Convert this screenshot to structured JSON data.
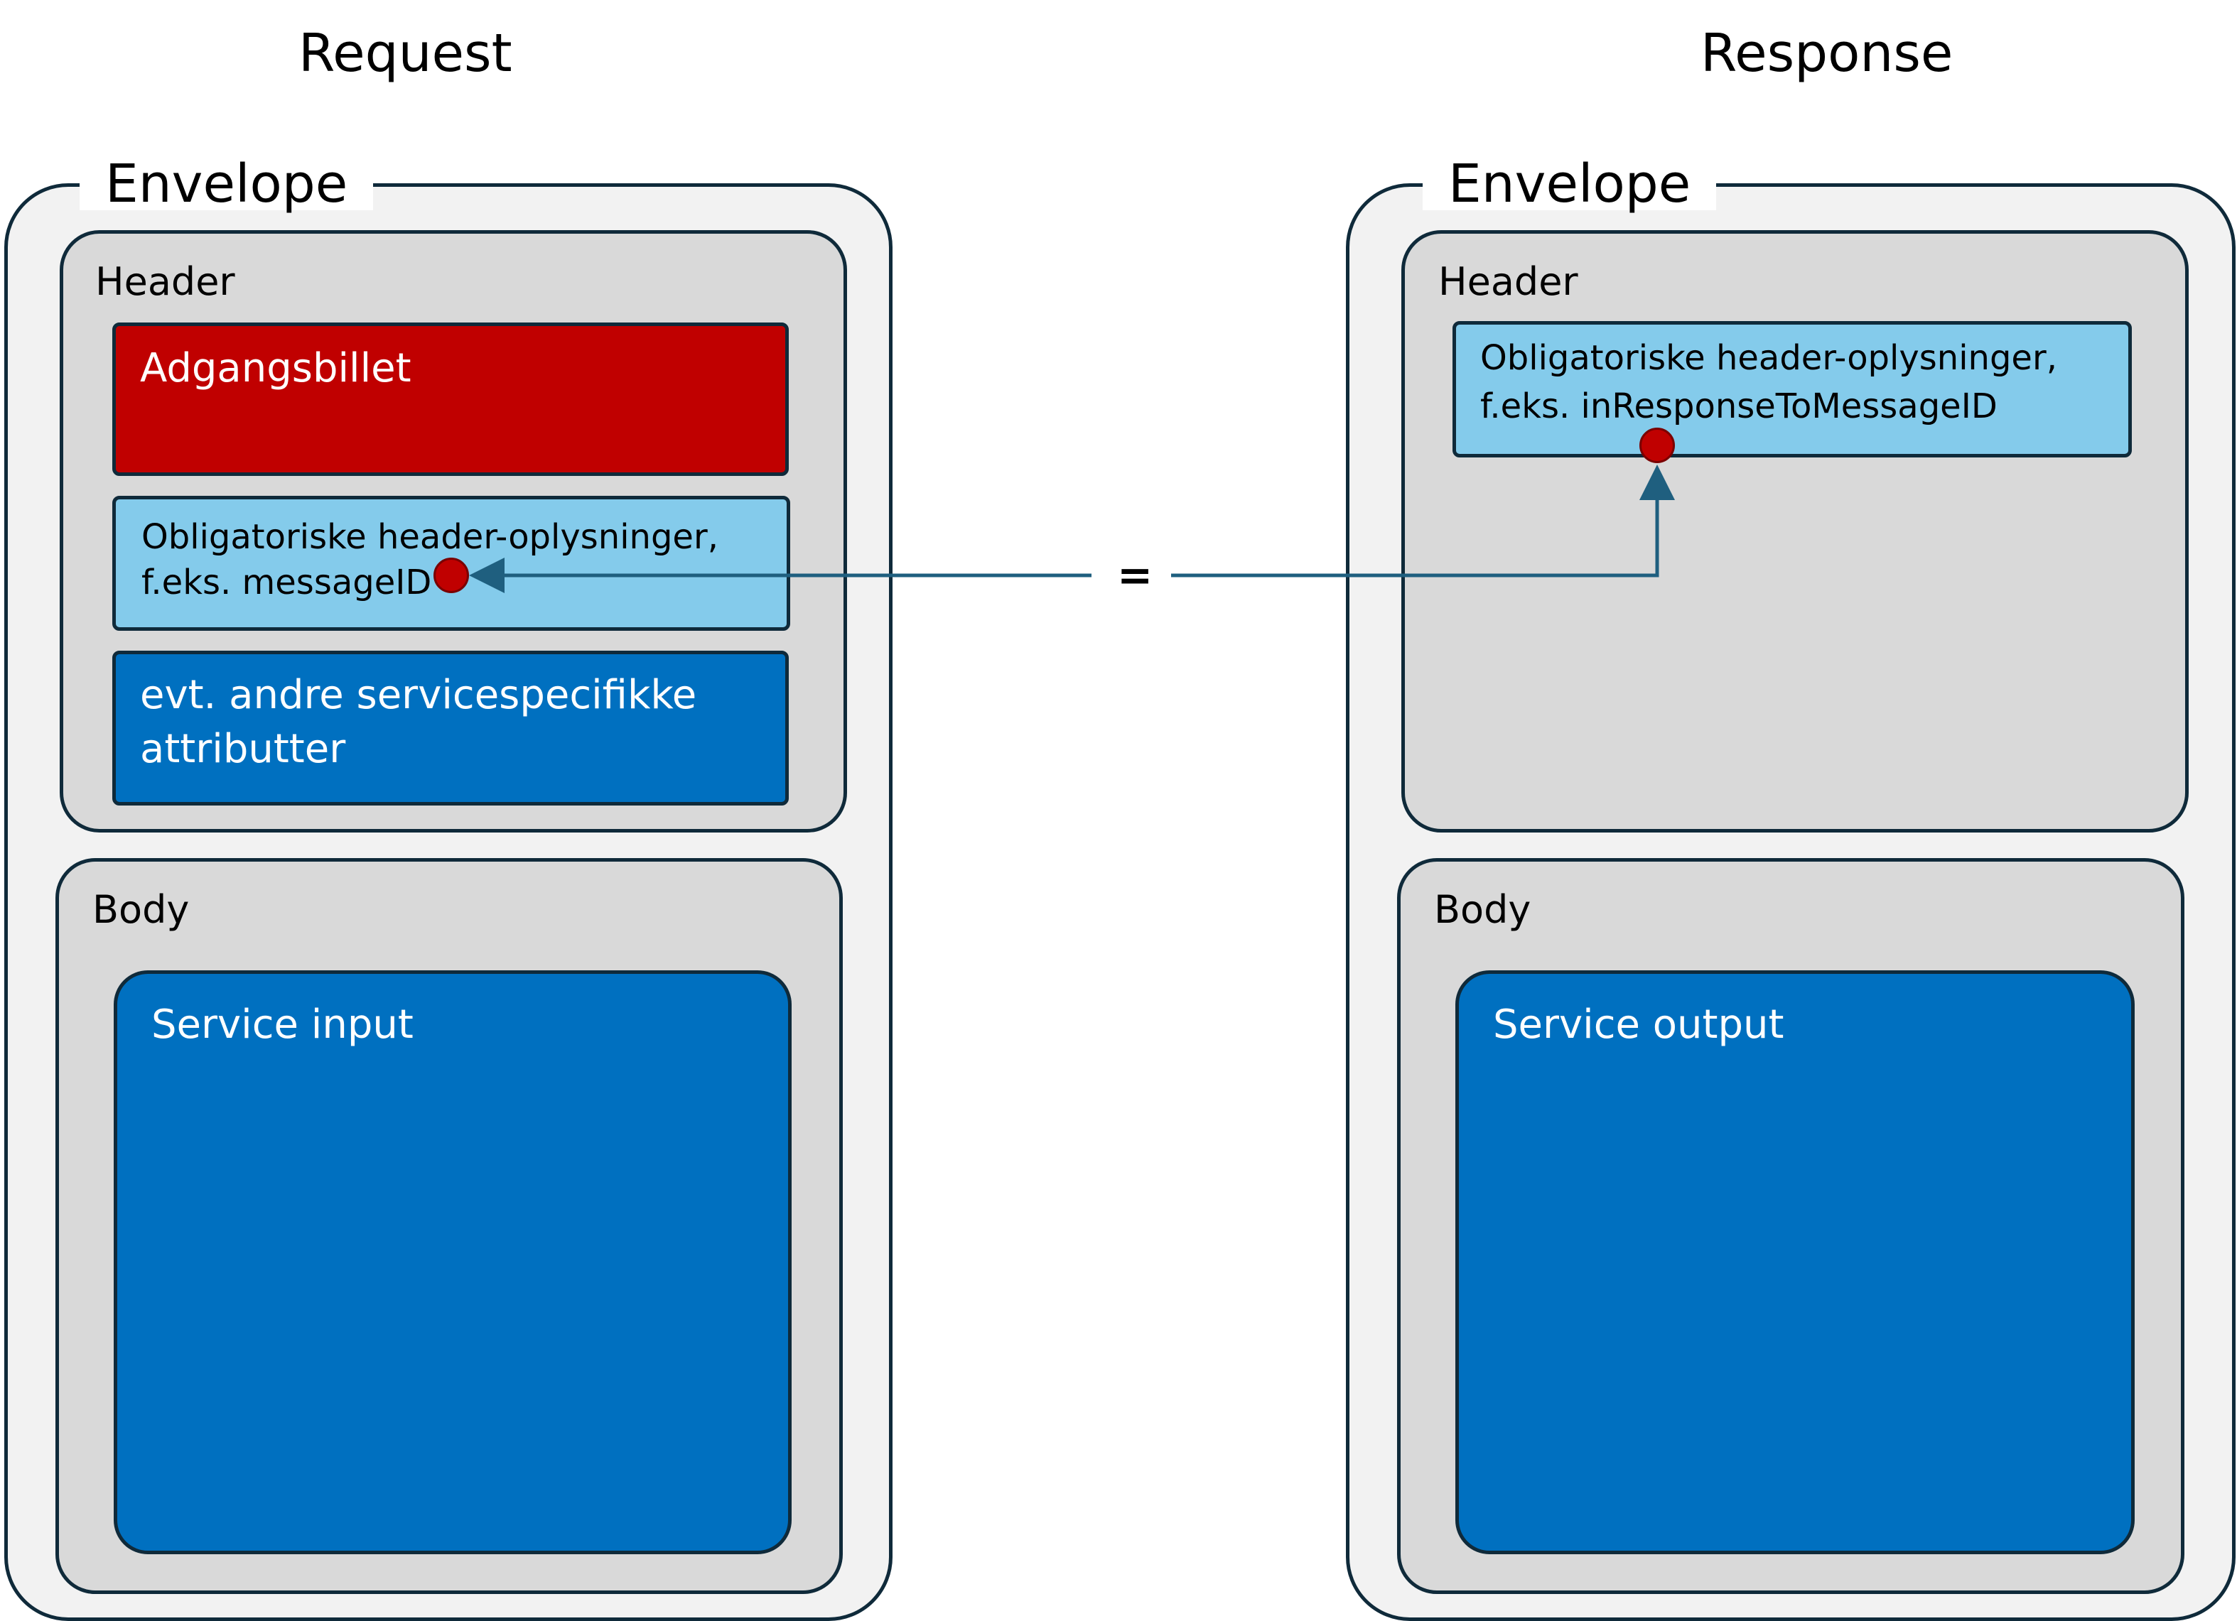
{
  "columns": {
    "request_title": "Request",
    "response_title": "Response"
  },
  "request": {
    "envelope_label": "Envelope",
    "header_label": "Header",
    "access_ticket": "Adgangsbillet",
    "mandatory_header_line1": "Obligatoriske header-oplysninger,",
    "mandatory_header_line2": "f.eks. messageID",
    "other_attributes_line1": "evt. andre servicespecifikke",
    "other_attributes_line2": "attributter",
    "body_label": "Body",
    "service_box": "Service input"
  },
  "response": {
    "envelope_label": "Envelope",
    "header_label": "Header",
    "mandatory_header_line1": "Obligatoriske header-oplysninger,",
    "mandatory_header_line2": "f.eks. inResponseToMessageID",
    "body_label": "Body",
    "service_box": "Service output"
  },
  "connector": {
    "label": "="
  },
  "colors": {
    "outline": "#0f2a3a",
    "envelope_fill": "#f2f2f2",
    "section_fill": "#d9d9d9",
    "ticket_red": "#c00000",
    "header_info_lightblue": "#84cbeb",
    "service_blue": "#0070c0",
    "arrow": "#1f5f7f",
    "dot_red": "#c00000"
  }
}
